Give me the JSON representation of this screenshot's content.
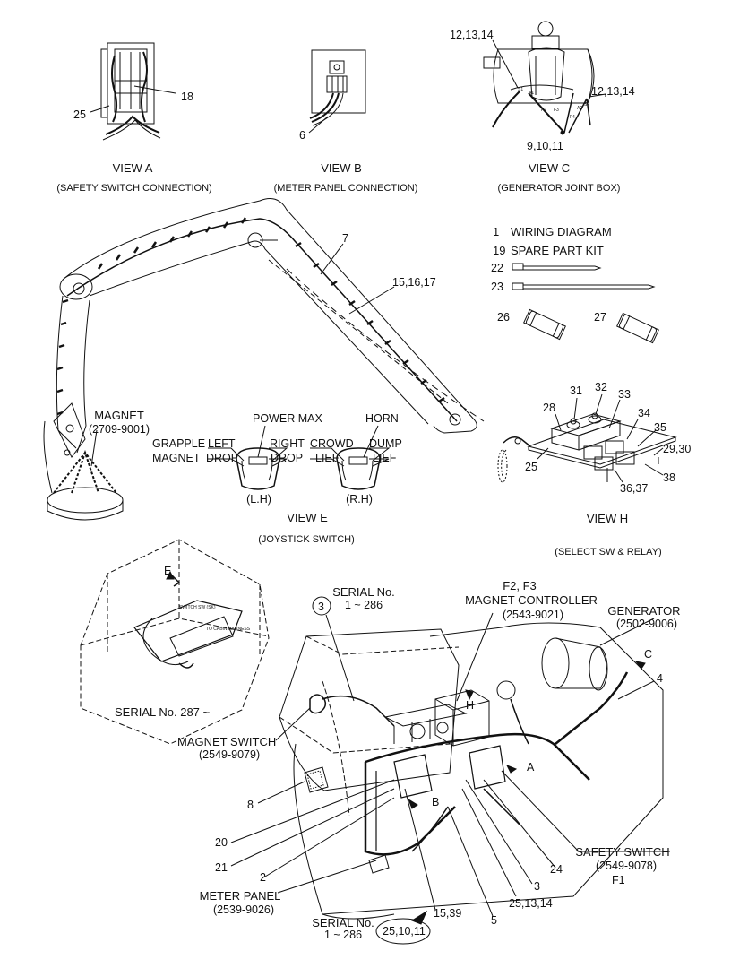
{
  "views": {
    "a": {
      "title": "VIEW  A",
      "caption": "(SAFETY SWITCH CONNECTION)",
      "callouts": {
        "c25": "25",
        "c18": "18"
      }
    },
    "b": {
      "title": "VIEW  B",
      "caption": "(METER PANEL CONNECTION)",
      "callouts": {
        "c6": "6"
      }
    },
    "c": {
      "title": "VIEW  C",
      "caption": "(GENERATOR JOINT BOX)",
      "callouts": {
        "c12a": "12,13,14",
        "c12b": "12,13,14",
        "c9": "9,10,11"
      }
    },
    "e": {
      "title": "VIEW  E",
      "caption": "(JOYSTICK SWITCH)",
      "power_max": "POWER MAX",
      "horn": "HORN",
      "grapple": "GRAPPLE",
      "magnet": "MAGNET",
      "left": "LEFT",
      "drop_l": "DROP",
      "right": "RIGHT",
      "drop_r": "DROP",
      "crowd": "CROWD",
      "lief_l": "LIEF",
      "dump": "DUMP",
      "lief_r": "LIEF",
      "lh": "(L.H)",
      "rh": "(R.H)"
    },
    "h": {
      "title": "VIEW  H",
      "caption": "(SELECT SW & RELAY)",
      "callouts": {
        "c28": "28",
        "c31": "31",
        "c32": "32",
        "c33": "33",
        "c34": "34",
        "c35": "35",
        "c29": "29,30",
        "c25": "25",
        "c36": "36,37",
        "c38": "38"
      }
    }
  },
  "parts_list": [
    {
      "num": "1",
      "label": "WIRING DIAGRAM"
    },
    {
      "num": "19",
      "label": "SPARE PART KIT"
    },
    {
      "num": "22",
      "label": ""
    },
    {
      "num": "23",
      "label": ""
    },
    {
      "num": "26",
      "label": ""
    },
    {
      "num": "27",
      "label": ""
    }
  ],
  "boom": {
    "c7": "7",
    "c15": "15,16,17",
    "magnet_name": "MAGNET",
    "magnet_code": "(2709-9001)"
  },
  "cab": {
    "serial_287": "SERIAL No. 287 ~",
    "serial_286_title": "SERIAL No.",
    "serial_286_range": "1 ~ 286",
    "circle3": "3",
    "magnet_controller_f": "F2, F3",
    "magnet_controller": "MAGNET CONTROLLER",
    "magnet_controller_code": "(2543-9021)",
    "generator": "GENERATOR",
    "generator_code": "(2502-9006)",
    "c_label": "C",
    "c4": "4",
    "magnet_switch": "MAGNET SWITCH",
    "magnet_switch_code": "(2549-9079)",
    "c8": "8",
    "c20": "20",
    "c21": "21",
    "c2": "2",
    "meter_panel": "METER PANEL",
    "meter_panel_code": "(2539-9026)",
    "serial_bottom_title": "SERIAL No.",
    "serial_bottom_range": "1 ~ 286",
    "bottom_oval": "25,10,11",
    "c15_39": "15,39",
    "c5": "5",
    "c25_13": "25,13,14",
    "c3": "3",
    "c24": "24",
    "safety_switch": "SAFETY SWITCH",
    "safety_switch_code": "(2549-9078)",
    "f1": "F1",
    "mark_a": "A",
    "mark_b": "B",
    "mark_h": "H",
    "mark_e": "E"
  }
}
